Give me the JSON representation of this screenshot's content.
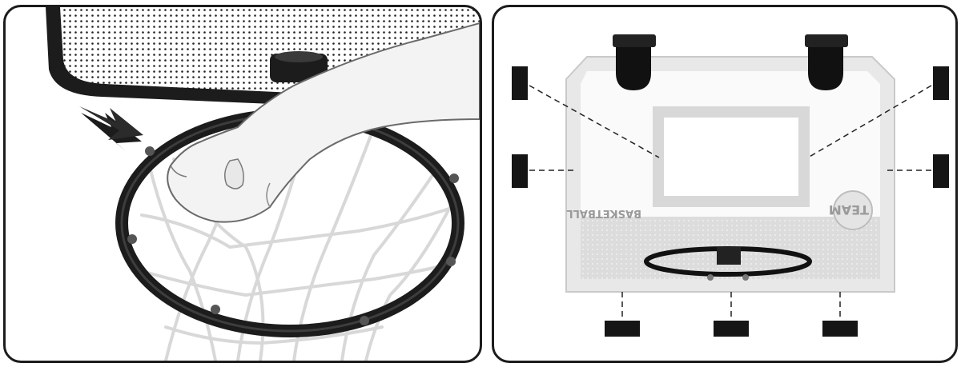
{
  "board_text": {
    "basketball": "BASKETBALL",
    "team": "TEAM"
  },
  "colors": {
    "frame": "#1c1c1c",
    "board": "#f0f0f0",
    "hand": "#f2f2f2",
    "net": "#dcdcdc",
    "mount_block": "#151515"
  },
  "icons": [
    "pointer-arrow-icon",
    "adhesive-pad-icon"
  ],
  "adhesive_pad_count": 7
}
